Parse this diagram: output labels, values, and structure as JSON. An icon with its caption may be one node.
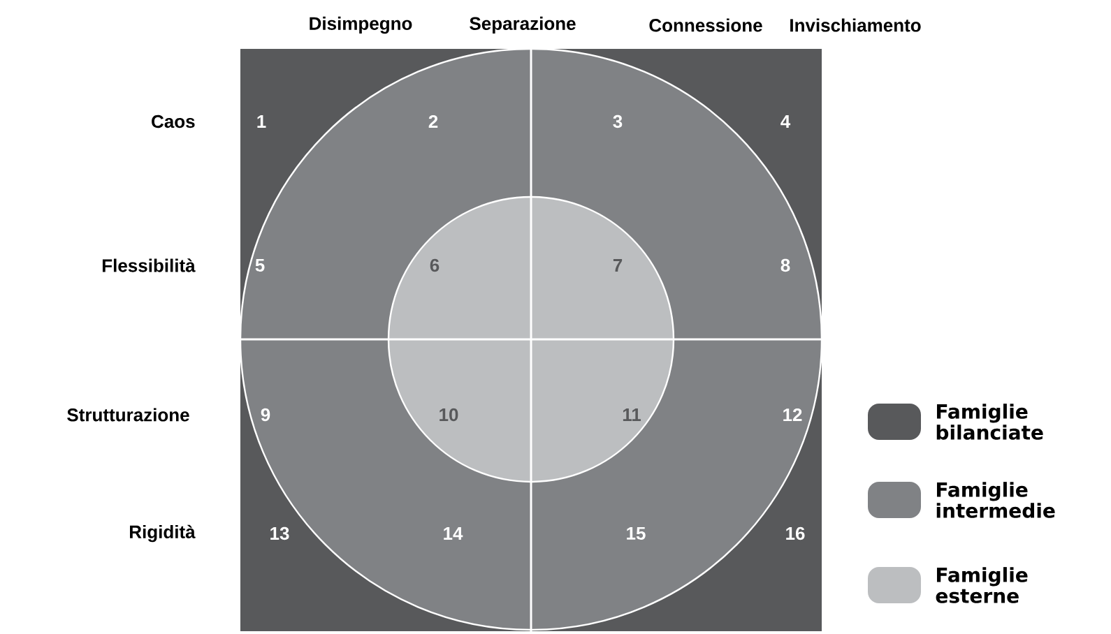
{
  "diagram": {
    "labels": [
      "Disimpegno",
      "Separazione",
      "Connessione",
      "Invischiamento",
      "Caos",
      "1",
      "2",
      "3",
      "4",
      "Flessibilità",
      "5",
      "6",
      "7",
      "8",
      "Strutturazione",
      "9",
      "10",
      "11",
      "12",
      "Rigidità",
      "13",
      "14",
      "15",
      "16"
    ],
    "legend": [
      {
        "text": "Famiglie bilanciate",
        "color": "#58595b"
      },
      {
        "text": "Famiglie intermedie",
        "color": "#808285"
      },
      {
        "text": "Famiglie esterne",
        "color": "#bcbec0"
      }
    ]
  }
}
